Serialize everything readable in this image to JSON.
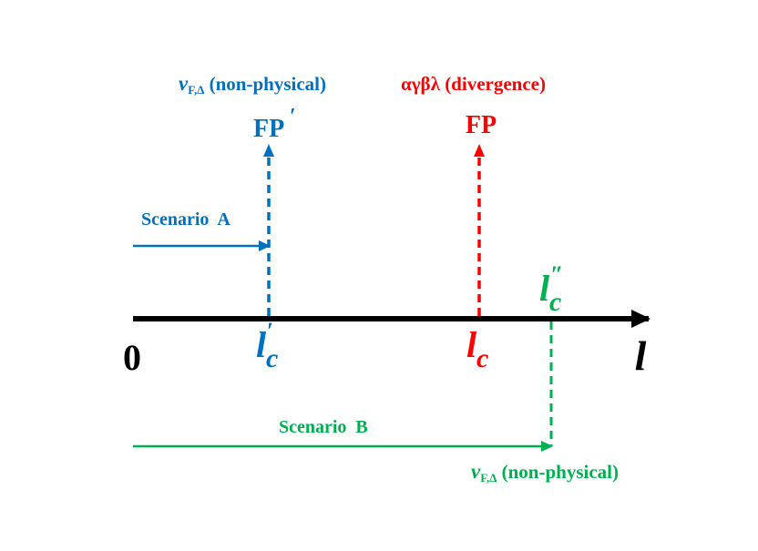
{
  "colors": {
    "blue": "#0070c0",
    "red": "#ff0000",
    "green": "#00b050",
    "black": "#000000"
  },
  "axis": {
    "origin_label": "0",
    "axis_label": "l"
  },
  "markers": {
    "lc_prime": {
      "base": "l",
      "subscript": "c",
      "prime": "′"
    },
    "lc": {
      "base": "l",
      "subscript": "c"
    },
    "lc_double_prime": {
      "base": "l",
      "subscript": "c",
      "prime": "″"
    }
  },
  "labels": {
    "blue_top": {
      "v": "v",
      "sub": "F,Δ",
      "text": " (non-physical)"
    },
    "red_top": {
      "greek": "αγβλ",
      "text": " (divergence)"
    },
    "fp_prime": {
      "text": "FP",
      "prime": "′"
    },
    "fp": "FP",
    "scenario_a": "Scenario  A",
    "scenario_b": "Scenario  B",
    "green_bottom": {
      "v": "v",
      "sub": "F,Δ",
      "text": " (non-physical)"
    }
  }
}
